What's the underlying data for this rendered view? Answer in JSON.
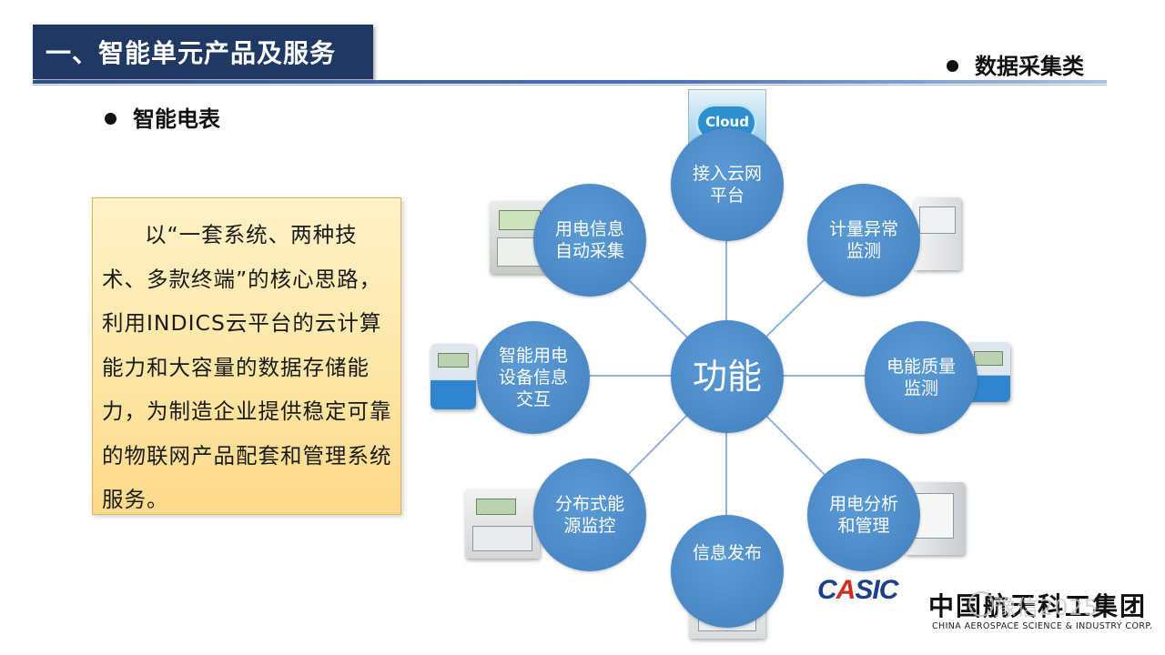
{
  "header": {
    "title": "一、智能单元产品及服务",
    "category": "数据采集类"
  },
  "section": {
    "subheading": "智能电表"
  },
  "description": "以“一套系统、两种技术、多款终端”的核心思路，利用INDICS云平台的云计算能力和大容量的数据存储能力，为制造企业提供稳定可靠的物联网产品配套和管理系统服务。",
  "diagram": {
    "hub": "功能",
    "nodes": [
      {
        "label": "接入云网\n平台",
        "icon": "cloud-platform-image"
      },
      {
        "label": "计量异常\n监测",
        "icon": "meter-cabinet-image"
      },
      {
        "label": "电能质量\n监测",
        "icon": "blue-meter-image"
      },
      {
        "label": "用电分析\n和管理",
        "icon": "distribution-cabinet-image"
      },
      {
        "label": "信息发布",
        "icon": "smart-meter-image"
      },
      {
        "label": "分布式能\n源监控",
        "icon": "energy-meter-image"
      },
      {
        "label": "智能用电\n设备信息\n交互",
        "icon": "blue-meter-image"
      },
      {
        "label": "用电信息\n自动采集",
        "icon": "collector-meter-image"
      }
    ],
    "cloud_text": "Cloud"
  },
  "footer": {
    "logo_text": "CASIC",
    "company_cn": "中国航天科工集团",
    "company_en": "CHINA AEROSPACE SCIENCE & INDUSTRY CORP.",
    "watermark": "豫信2025"
  },
  "colors": {
    "title_bar": "#1f3864",
    "node_fill": "#5b9bd5",
    "desc_box": "#fde7a6"
  }
}
